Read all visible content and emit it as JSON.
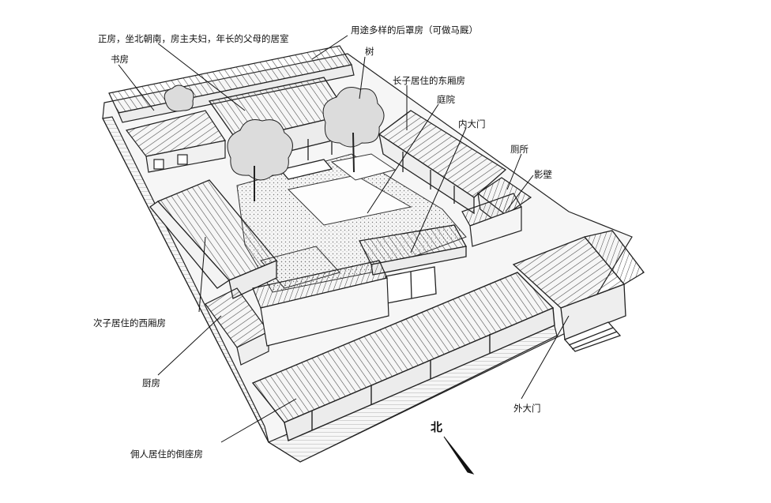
{
  "labels": {
    "zhengfang": "正房，坐北朝南，房主夫妇，年长的父母的居室",
    "houzhaofang": "用途多样的后罩房（可做马厩）",
    "shufang": "书房",
    "shu": "树",
    "dongxiangfang": "长子居住的东厢房",
    "tingyuan": "庭院",
    "neidamen": "内大门",
    "cesuo": "厕所",
    "yingbi": "影壁",
    "xixiangfang": "次子居住的西厢房",
    "chufang": "厨房",
    "waidamen": "外大门",
    "daozuofang": "佣人居住的倒座房"
  },
  "compass": {
    "label": "北"
  }
}
